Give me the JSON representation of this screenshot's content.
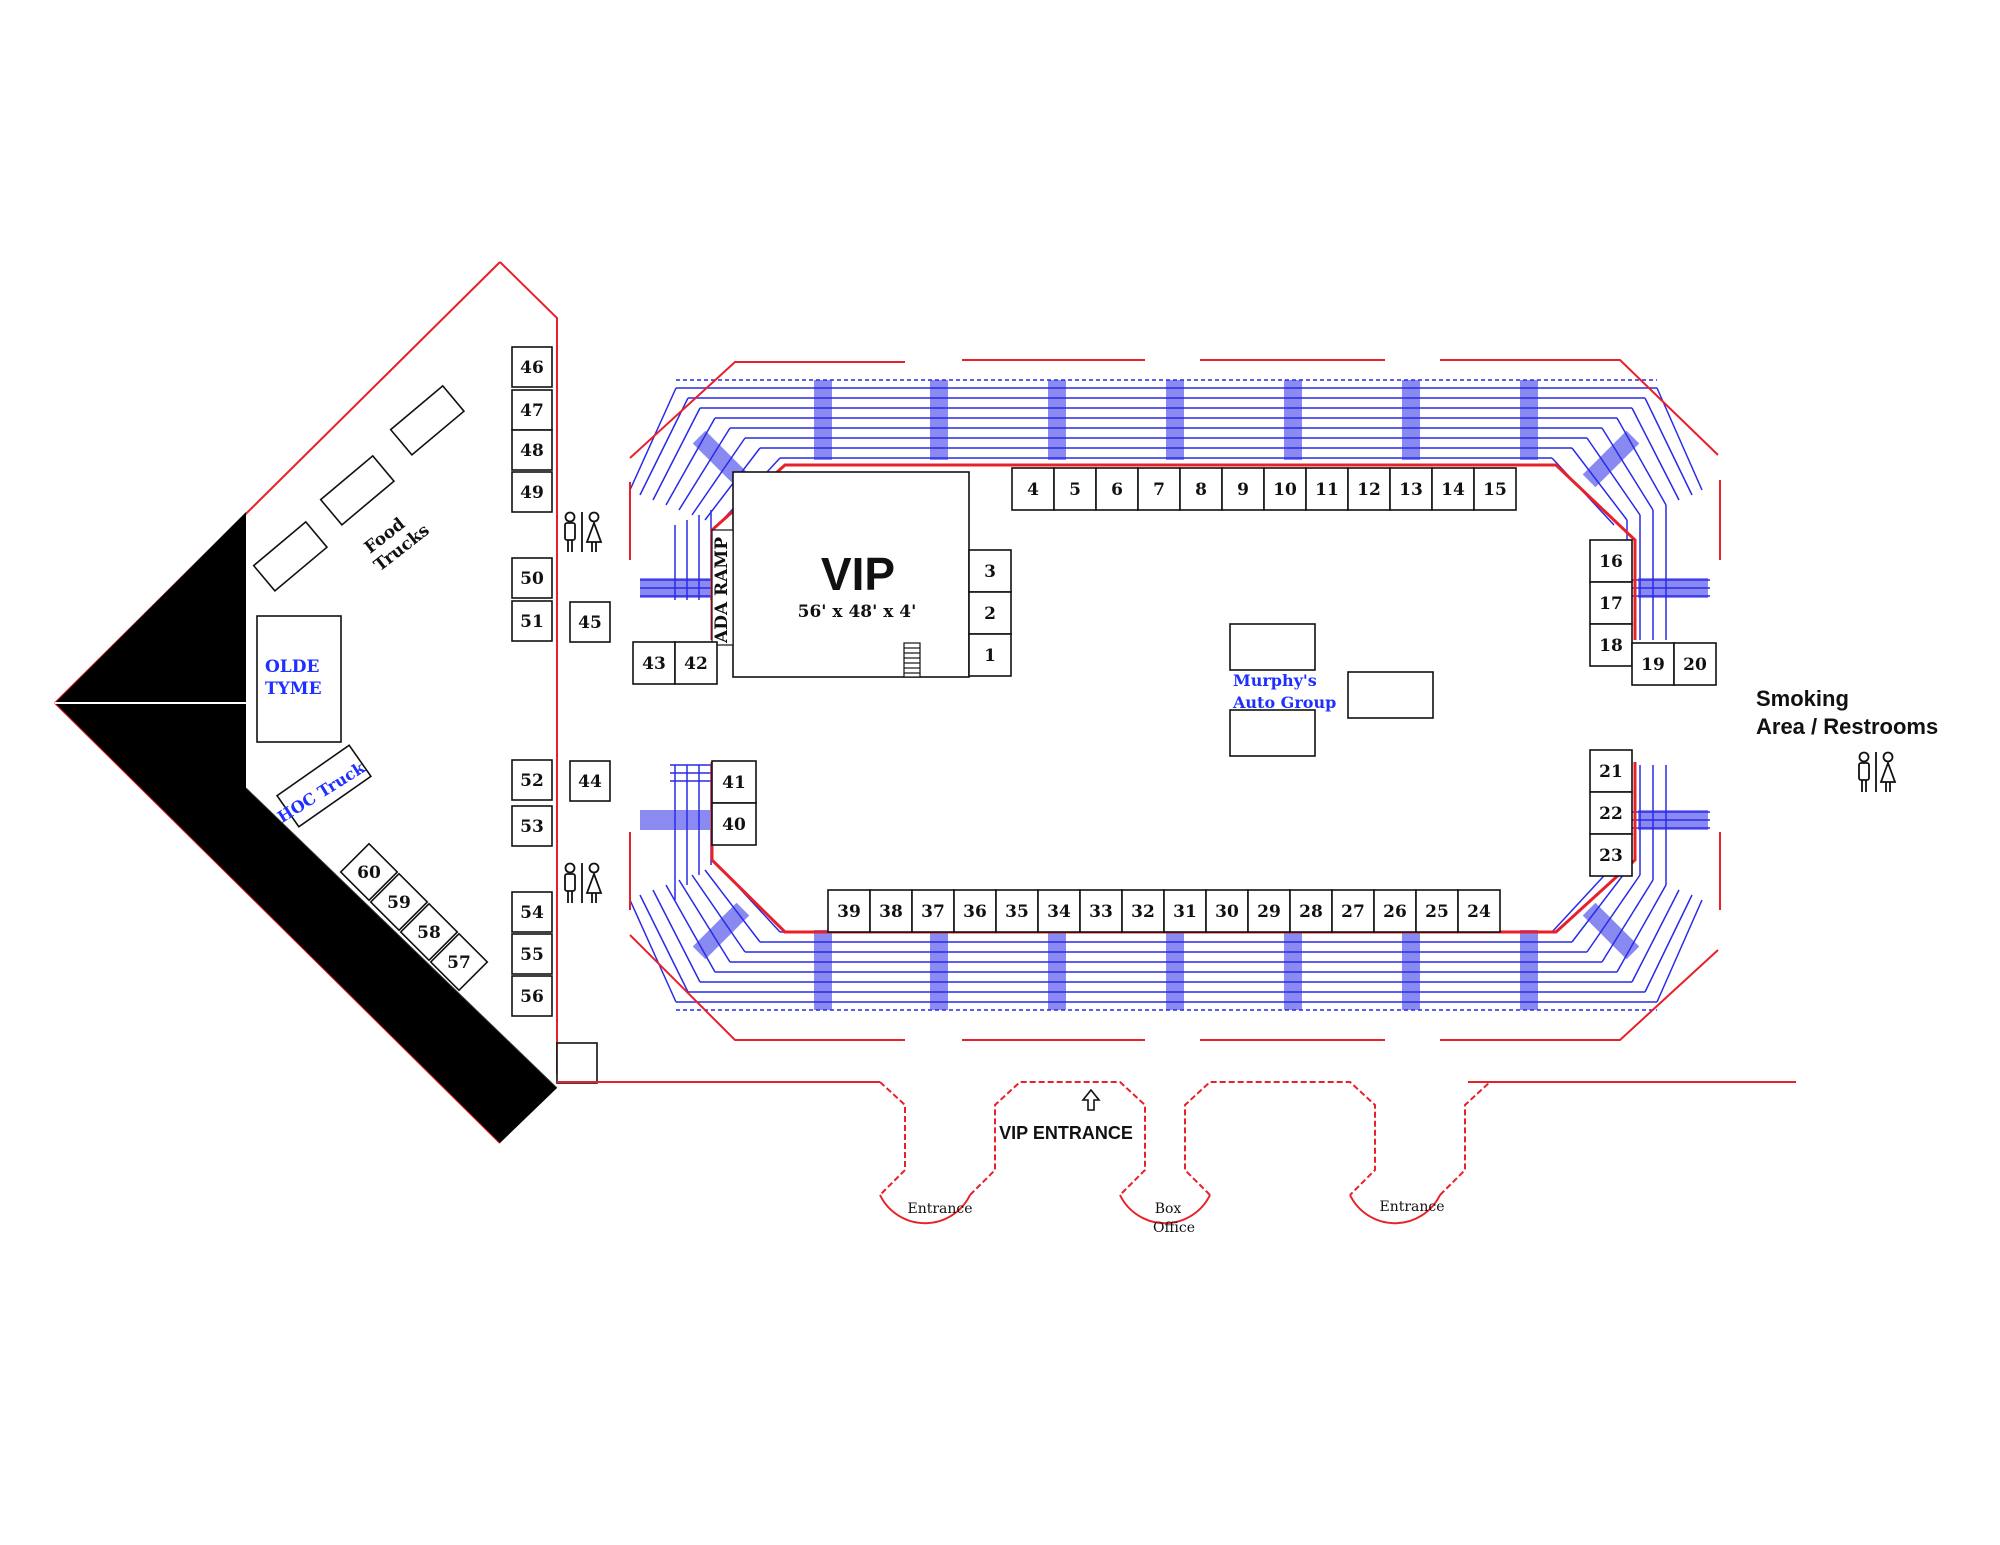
{
  "booths": [
    "1",
    "2",
    "3",
    "4",
    "5",
    "6",
    "7",
    "8",
    "9",
    "10",
    "11",
    "12",
    "13",
    "14",
    "15",
    "16",
    "17",
    "18",
    "19",
    "20",
    "21",
    "22",
    "23",
    "24",
    "25",
    "26",
    "27",
    "28",
    "29",
    "30",
    "31",
    "32",
    "33",
    "34",
    "35",
    "36",
    "37",
    "38",
    "39",
    "40",
    "41",
    "42",
    "43",
    "44",
    "45",
    "46",
    "47",
    "48",
    "49",
    "50",
    "51",
    "52",
    "53",
    "54",
    "55",
    "56",
    "57",
    "58",
    "59",
    "60"
  ],
  "vip": {
    "title": "VIP",
    "dimensions": "56' x 48' x 4'"
  },
  "ada_ramp": "ADA RAMP",
  "food_trucks": [
    "Food",
    "Trucks"
  ],
  "olde_tyme": [
    "OLDE",
    "TYME"
  ],
  "hoc_truck": "HOC Truck",
  "murphys": [
    "Murphy's",
    "Auto Group"
  ],
  "smoking": [
    "Smoking",
    "Area / Restrooms"
  ],
  "vip_entrance": "VIP ENTRANCE",
  "entrance_left": "Entrance",
  "entrance_right": "Entrance",
  "box_office": [
    "Box",
    "Office"
  ],
  "colors": {
    "wall": "#e8202a",
    "seating": "#2a2ae8",
    "label_blue": "#1f2fff",
    "fill_black": "#000000"
  },
  "icons": [
    "restroom-icon",
    "up-arrow-icon"
  ]
}
